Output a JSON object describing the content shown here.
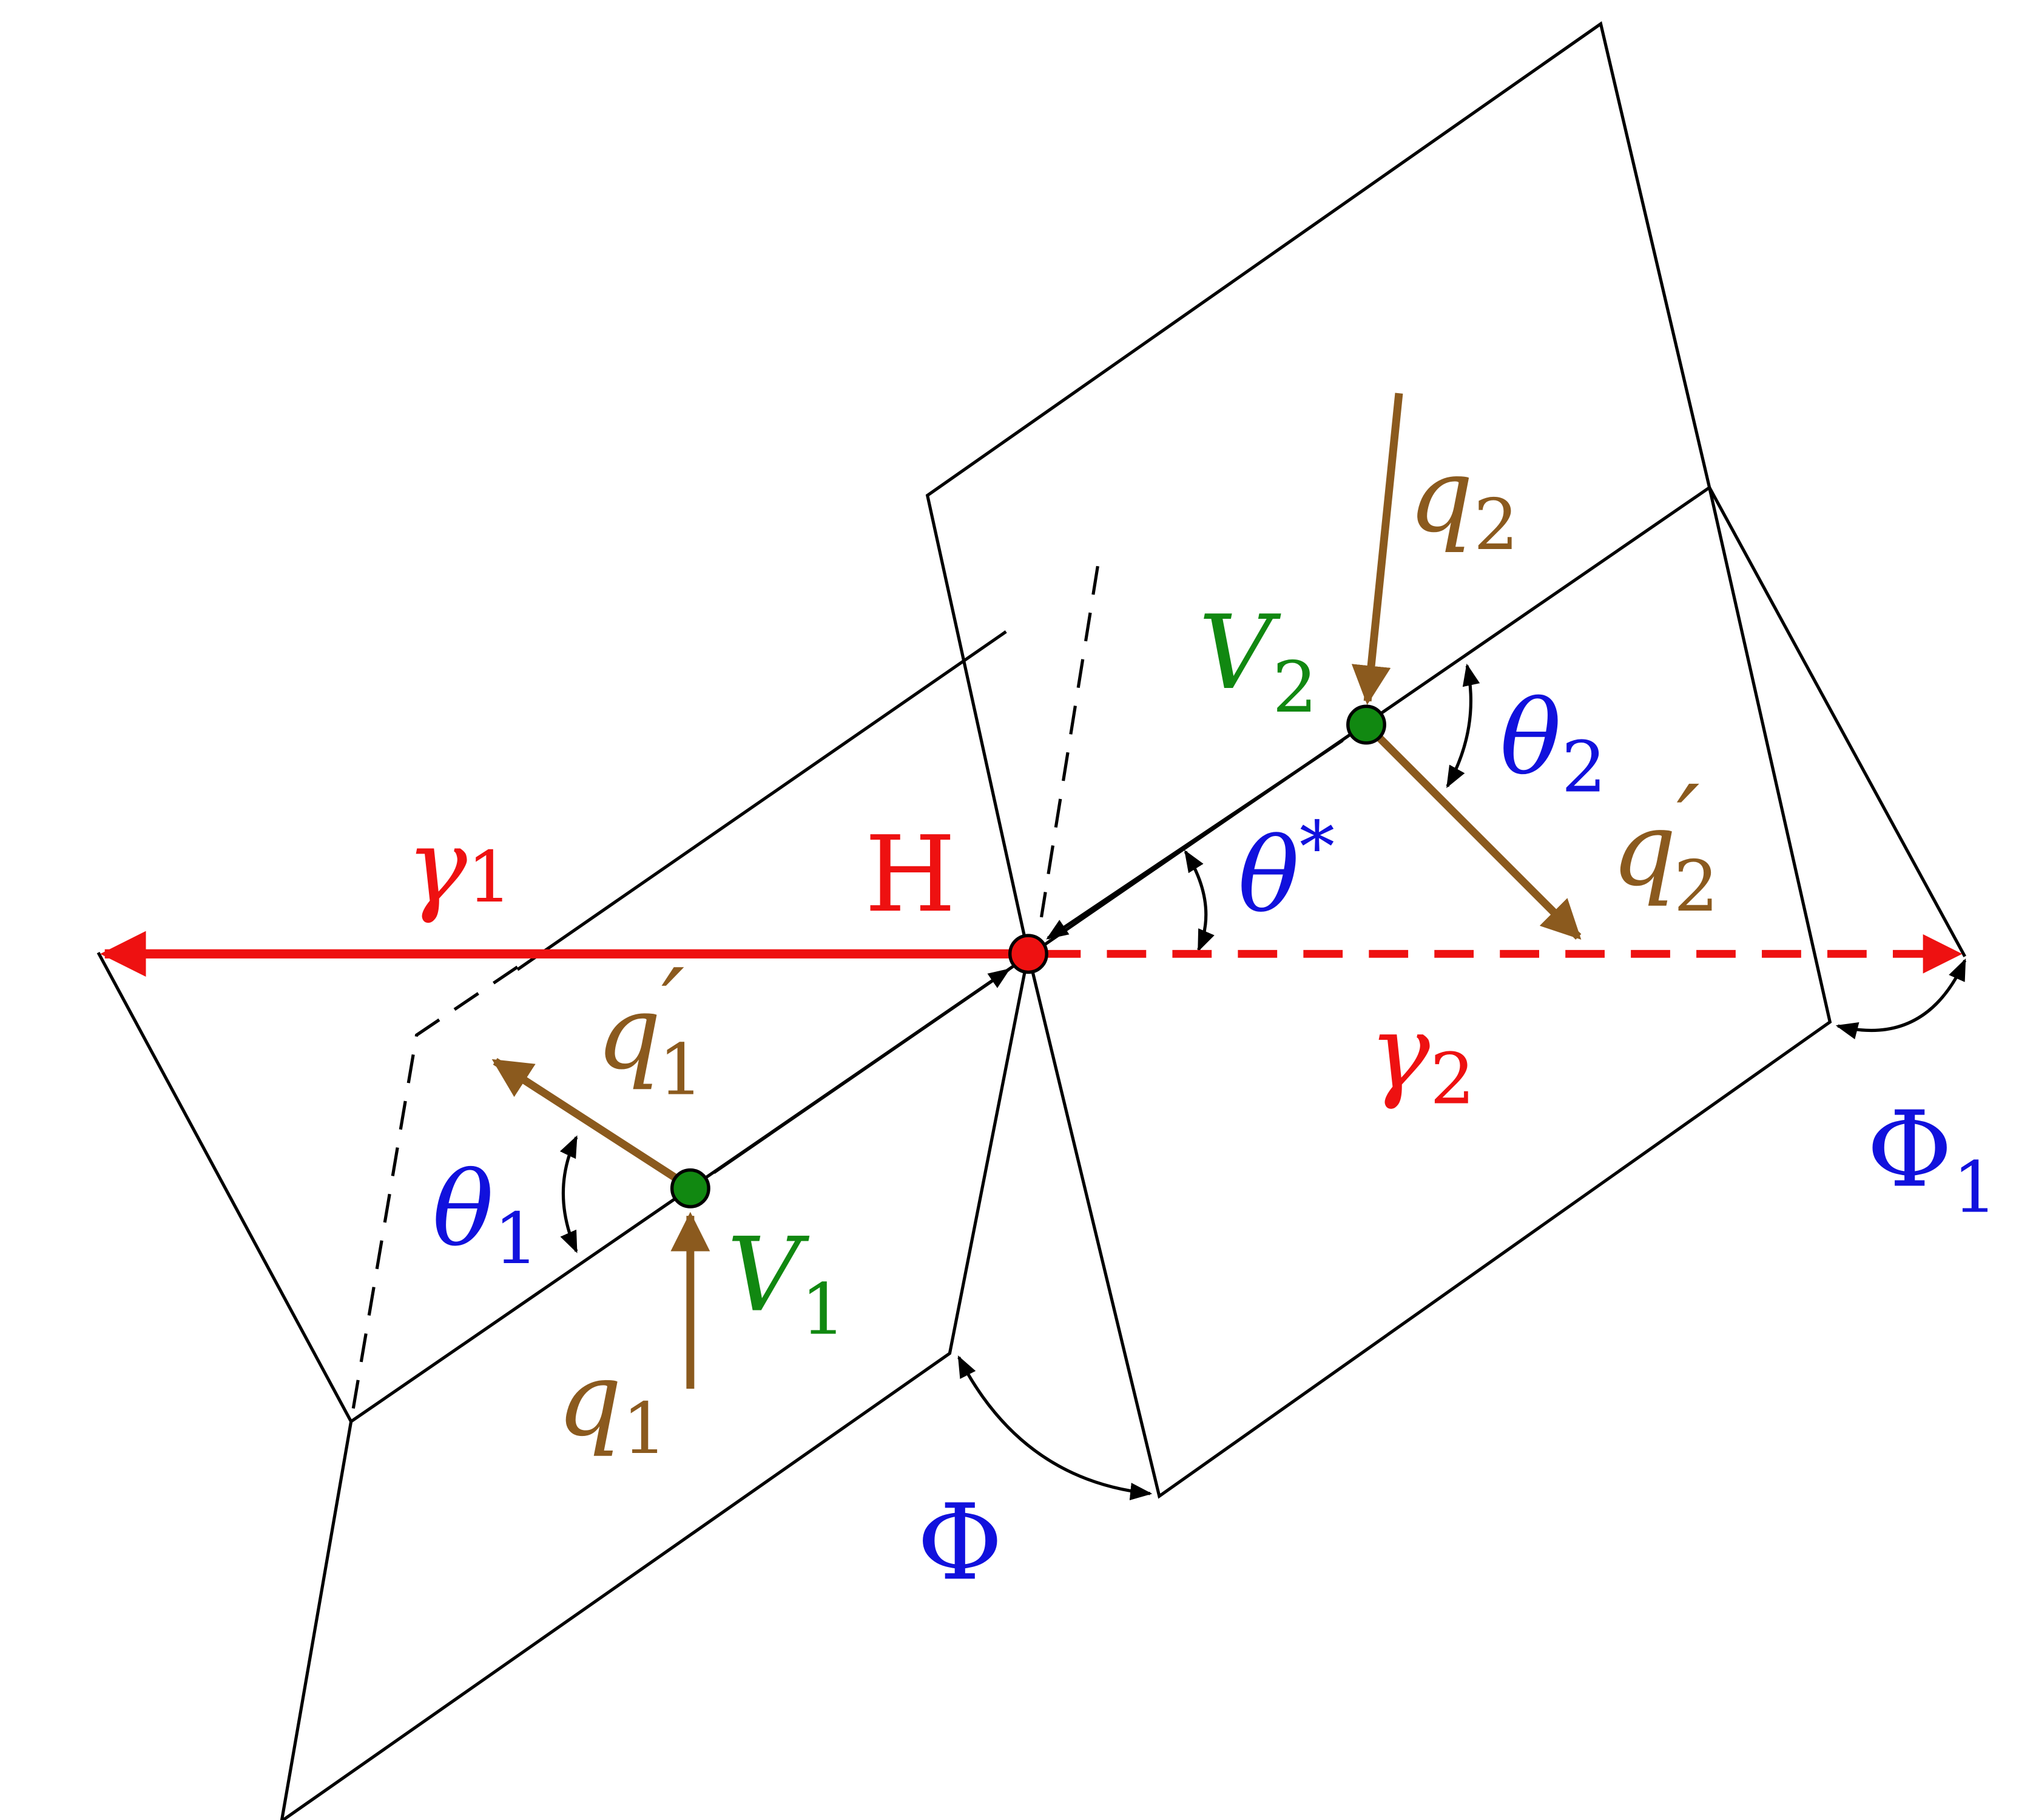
{
  "colors": {
    "photon": "#ee1111",
    "quark": "#8b5a1e",
    "vertex": "#118811",
    "angle": "#1111dd",
    "line": "#000000"
  },
  "labels": {
    "gamma1": {
      "base": "γ",
      "sub": "1"
    },
    "gamma2": {
      "base": "γ",
      "sub": "2"
    },
    "higgs": "H",
    "v1": {
      "base": "V",
      "sub": "1"
    },
    "v2": {
      "base": "V",
      "sub": "2"
    },
    "q1": {
      "base": "q",
      "sub": "1"
    },
    "q2": {
      "base": "q",
      "sub": "2"
    },
    "q1p": {
      "base": "q",
      "prime": "′",
      "sub": "1"
    },
    "q2p": {
      "base": "q",
      "prime": "′",
      "sub": "2"
    },
    "theta1": {
      "base": "θ",
      "sub": "1"
    },
    "theta2": {
      "base": "θ",
      "sub": "2"
    },
    "thetastar": {
      "base": "θ",
      "sup": "*"
    },
    "phi": "Φ",
    "phi1": {
      "base": "Φ",
      "sub": "1"
    }
  }
}
